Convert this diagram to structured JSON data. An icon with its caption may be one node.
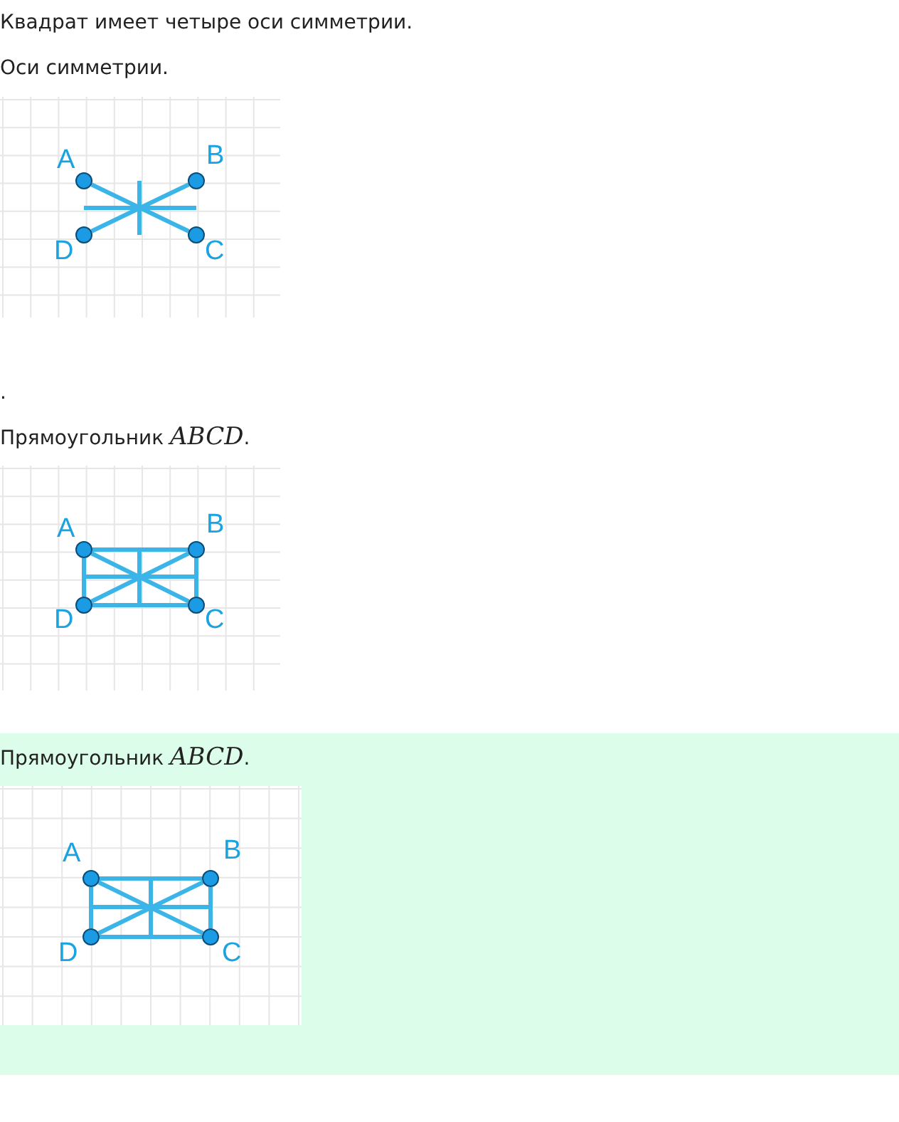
{
  "diagram": {
    "nodes": [
      {
        "text": [],
        "shape": "circle",
        "beside": [
          "A"
        ]
      },
      {
        "text": [],
        "shape": "circle",
        "beside": [
          "B"
        ]
      },
      {
        "text": [],
        "shape": "circle",
        "beside": [
          "D"
        ]
      },
      {
        "text": [],
        "shape": "circle",
        "beside": [
          "C"
        ]
      },
      {
        "text": [],
        "shape": "circle",
        "beside": [
          "A"
        ]
      },
      {
        "text": [],
        "shape": "circle",
        "beside": [
          "B"
        ]
      },
      {
        "text": [],
        "shape": "circle",
        "beside": [
          "D"
        ]
      },
      {
        "text": [],
        "shape": "circle",
        "beside": [
          "C"
        ]
      },
      {
        "text": [],
        "shape": "circle",
        "beside": [
          "A"
        ]
      },
      {
        "text": [],
        "shape": "circle",
        "beside": [
          "B"
        ]
      },
      {
        "text": [],
        "shape": "circle",
        "beside": [
          "D"
        ]
      },
      {
        "text": [],
        "shape": "circle",
        "beside": [
          "C"
        ]
      }
    ],
    "edges": [
      {
        "from": 0,
        "to": 3,
        "arrow": "none"
      },
      {
        "from": 1,
        "to": 2,
        "arrow": "none"
      },
      {
        "from": 4,
        "to": 5,
        "arrow": "none"
      },
      {
        "from": 5,
        "to": 7,
        "arrow": "none"
      },
      {
        "from": 7,
        "to": 6,
        "arrow": "none"
      },
      {
        "from": 6,
        "to": 4,
        "arrow": "none"
      },
      {
        "from": 4,
        "to": 7,
        "arrow": "none"
      },
      {
        "from": 5,
        "to": 6,
        "arrow": "none"
      },
      {
        "from": 8,
        "to": 9,
        "arrow": "none"
      },
      {
        "from": 9,
        "to": 11,
        "arrow": "none"
      },
      {
        "from": 11,
        "to": 10,
        "arrow": "none"
      },
      {
        "from": 10,
        "to": 8,
        "arrow": "none"
      },
      {
        "from": 8,
        "to": 11,
        "arrow": "none"
      },
      {
        "from": 9,
        "to": 10,
        "arrow": "none"
      }
    ],
    "labels": [
      "Квадрат имеет четыре оси симметрии.",
      "Оси симметрии.",
      ".",
      "Прямоугольник *ABCD*.",
      "Прямоугольник *ABCD*."
    ]
  }
}
